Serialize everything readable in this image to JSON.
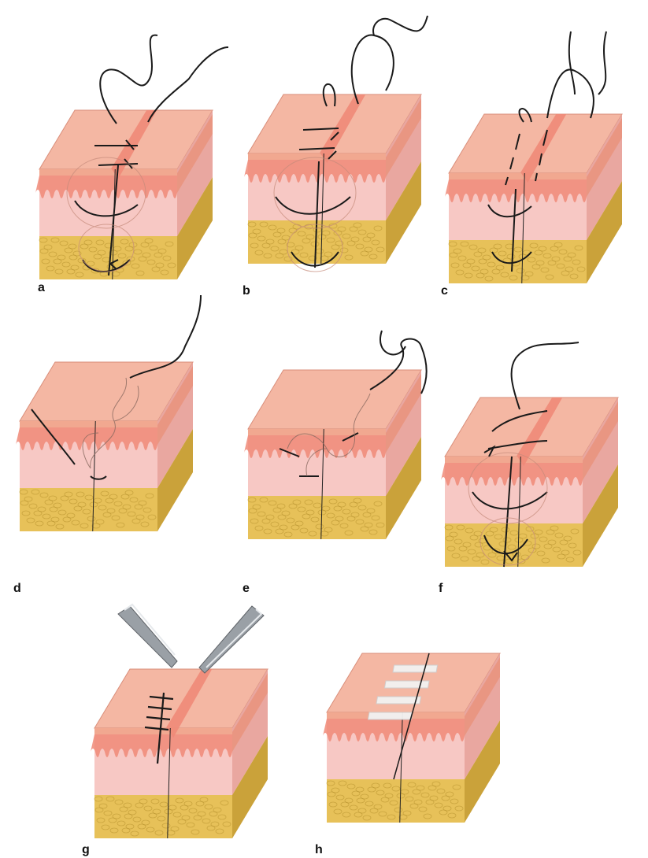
{
  "colors": {
    "epidermis_top": "#f4b7a3",
    "epidermis_side": "#f1a890",
    "epidermis_right": "#e9957e",
    "dermis": "#f7c8c4",
    "dermis_band": "#f08a78",
    "dermis_right": "#e9a7a0",
    "fat": "#e7c159",
    "fat_right": "#caa23a",
    "suture": "#1a1a1a",
    "strip": "#f2f2f2",
    "forceps": "#9aa0a6"
  },
  "panels": [
    {
      "label": "a",
      "type": "interrupted-deep-suture"
    },
    {
      "label": "b",
      "type": "running-suture"
    },
    {
      "label": "c",
      "type": "subcuticular-suture"
    },
    {
      "label": "d",
      "type": "running-subcuticular"
    },
    {
      "label": "e",
      "type": "buried-subcuticular"
    },
    {
      "label": "f",
      "type": "vertical-mattress"
    },
    {
      "label": "g",
      "type": "forceps-suturing",
      "icon": "forceps-icon"
    },
    {
      "label": "h",
      "type": "skin-closure-strips",
      "icon": "strip-icon"
    }
  ]
}
